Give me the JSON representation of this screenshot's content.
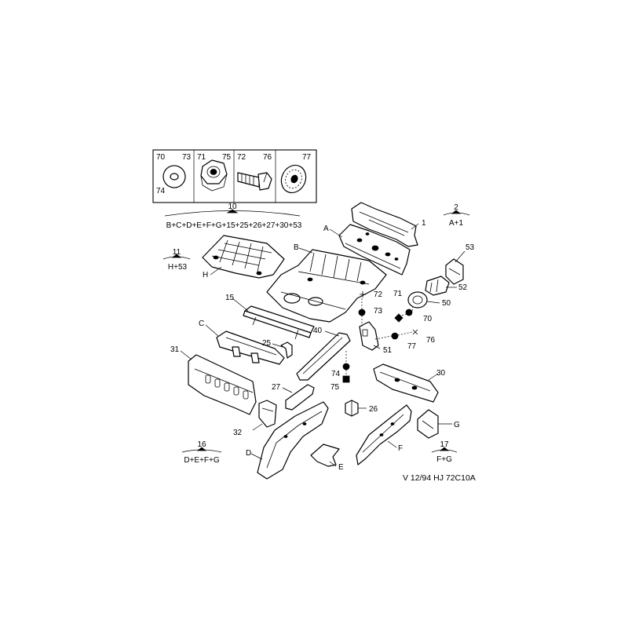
{
  "hardware_box": {
    "cells": [
      {
        "left": "70",
        "right": "73",
        "bottom": "74",
        "icon": "flat-washer-icon"
      },
      {
        "left": "71",
        "right": "75",
        "icon": "hex-nut-icon"
      },
      {
        "left": "72",
        "right": "76",
        "icon": "bolt-icon"
      },
      {
        "right": "77",
        "icon": "serrated-washer-icon"
      }
    ]
  },
  "groups": {
    "g10": {
      "num": "10",
      "parts": "B+C+D+E+F+G+15+25+26+27+30+53"
    },
    "g2": {
      "num": "2",
      "parts": "A+1"
    },
    "g11": {
      "num": "11",
      "parts": "H+53"
    },
    "g16": {
      "num": "16",
      "parts": "D+E+F+G"
    },
    "g17": {
      "num": "17",
      "parts": "F+G"
    }
  },
  "callouts": {
    "A": "A",
    "B": "B",
    "C": "C",
    "D": "D",
    "E": "E",
    "F": "F",
    "G": "G",
    "H": "H",
    "c1": "1",
    "c15": "15",
    "c25": "25",
    "c26": "26",
    "c27": "27",
    "c30": "30",
    "c31": "31",
    "c32": "32",
    "c40": "40",
    "c50": "50",
    "c51": "51",
    "c52": "52",
    "c53": "53",
    "c70": "70",
    "c71": "71",
    "c72": "72",
    "c73": "73",
    "c74": "74",
    "c75": "75",
    "c76": "76",
    "c77": "77"
  },
  "reference": "V 12/94 HJ 72C10A"
}
